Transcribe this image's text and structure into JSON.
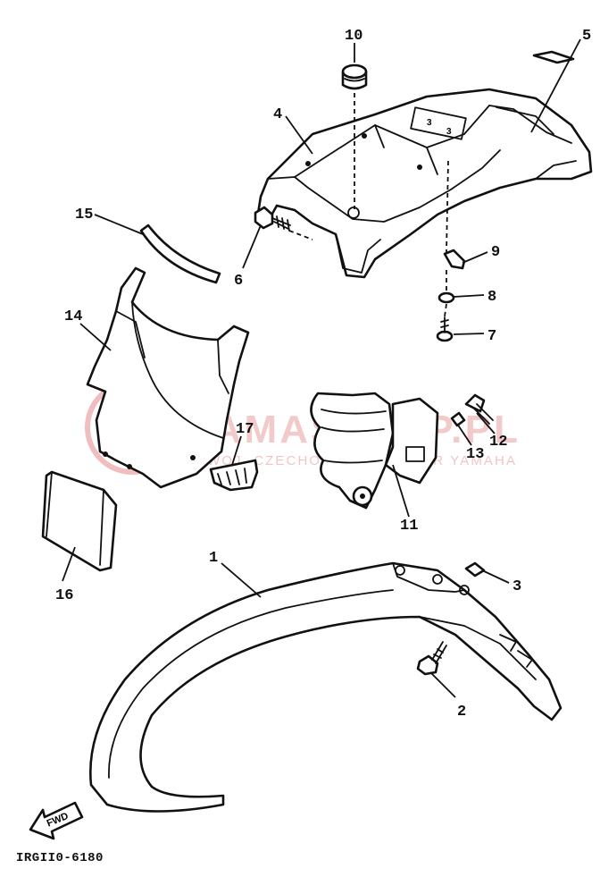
{
  "diagram_code": "IRGII0-6180",
  "fwd_label": "FWD",
  "watermark": {
    "main": "YAMASKLEP.PL",
    "sub": "WOJ. CZECHOWICZ | DEALER YAMAHA",
    "color": "#e8a0a0"
  },
  "callouts": [
    "1",
    "2",
    "3",
    "4",
    "5",
    "6",
    "7",
    "8",
    "9",
    "10",
    "11",
    "12",
    "13",
    "14",
    "15",
    "16",
    "17"
  ]
}
